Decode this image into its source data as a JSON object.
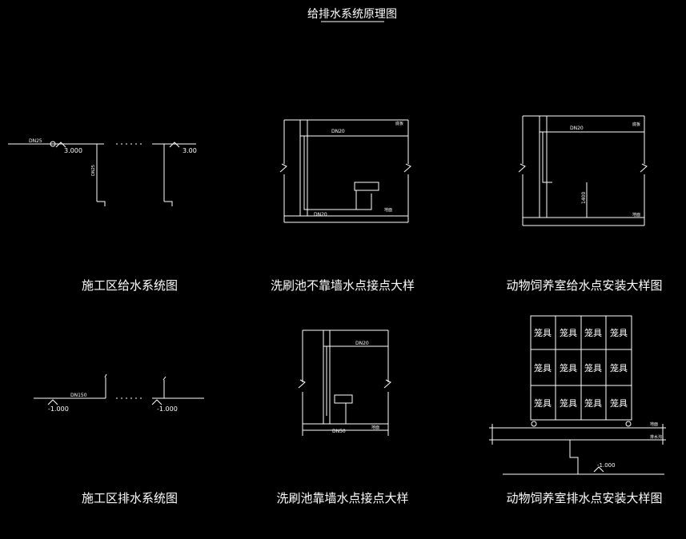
{
  "title": "给排水系统原理图",
  "panels": {
    "p1": {
      "caption": "施工区给水系统图",
      "pipe": "DN25",
      "pipe2": "DN25",
      "elev_left": "3.000",
      "elev_right": "3.00"
    },
    "p2": {
      "caption": "洗刷池不靠墙水点接点大样",
      "pipe_top": "DN20",
      "pipe_bottom": "DN20",
      "floor": "地面",
      "corner": "底板"
    },
    "p3": {
      "caption": "动物饲养室给水点安装大样图",
      "pipe_top": "DN20",
      "height": "1400",
      "floor": "地面",
      "corner": "底板"
    },
    "p4": {
      "caption": "施工区排水系统图",
      "pipe": "DN150",
      "elev_left": "-1.000",
      "elev_right": "-1.000"
    },
    "p5": {
      "caption": "洗刷池靠墙水点接点大样",
      "pipe_top": "DN20",
      "pipe_bottom": "DN50",
      "floor": "地面"
    },
    "p6": {
      "caption": "动物饲养室排水点安装大样图",
      "cage_label": "笼具",
      "floor": "地面",
      "trench": "排水沟",
      "elev": "-1.000"
    }
  },
  "colors": {
    "line": "#ffffff",
    "background": "#000000"
  }
}
